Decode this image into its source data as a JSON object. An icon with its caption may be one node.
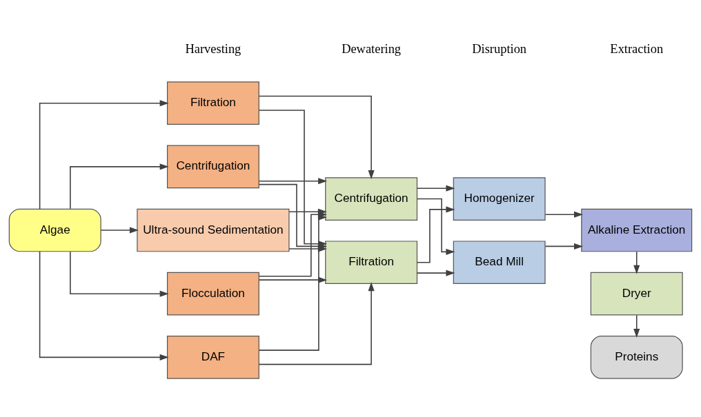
{
  "diagram": {
    "nodes": [
      {
        "text": [
          "Algae"
        ]
      },
      {
        "text": [
          "Centrifugation"
        ]
      },
      {
        "text": [
          "Ultra-sound Sedimentation"
        ]
      },
      {
        "text": [
          "Flocculation"
        ]
      },
      {
        "text": [
          "DAF"
        ]
      },
      {
        "text": [
          "Filtration"
        ]
      },
      {
        "text": [
          "Centrifugation"
        ]
      },
      {
        "text": [
          "Filtration"
        ]
      },
      {
        "text": [
          "Homogenizer"
        ]
      },
      {
        "text": [
          "Bead Mill"
        ]
      },
      {
        "text": [
          "Alkaline Extraction"
        ]
      },
      {
        "text": [
          "Dryer"
        ]
      },
      {
        "text": [
          "Proteins"
        ]
      }
    ],
    "edges": [
      {
        "from": 0,
        "to": 1,
        "arrow": "to"
      },
      {
        "from": 0,
        "to": 2,
        "arrow": "to"
      },
      {
        "from": 0,
        "to": 3,
        "arrow": "to"
      },
      {
        "from": 0,
        "to": 4,
        "arrow": "to"
      },
      {
        "from": 0,
        "to": 5,
        "arrow": "to"
      },
      {
        "from": 1,
        "to": 6,
        "arrow": "to"
      },
      {
        "from": 1,
        "to": 7,
        "arrow": "to"
      },
      {
        "from": 2,
        "to": 6,
        "arrow": "to"
      },
      {
        "from": 2,
        "to": 7,
        "arrow": "to"
      },
      {
        "from": 3,
        "to": 6,
        "arrow": "to"
      },
      {
        "from": 3,
        "to": 7,
        "arrow": "to"
      },
      {
        "from": 4,
        "to": 6,
        "arrow": "to"
      },
      {
        "from": 4,
        "to": 7,
        "arrow": "to"
      },
      {
        "from": 5,
        "to": 6,
        "arrow": "to"
      },
      {
        "from": 5,
        "to": 7,
        "arrow": "to"
      },
      {
        "from": 6,
        "to": 8,
        "arrow": "to"
      },
      {
        "from": 6,
        "to": 9,
        "arrow": "to"
      },
      {
        "from": 7,
        "to": 8,
        "arrow": "to"
      },
      {
        "from": 7,
        "to": 9,
        "arrow": "to"
      },
      {
        "from": 8,
        "to": 10,
        "arrow": "to"
      },
      {
        "from": 9,
        "to": 10,
        "arrow": "to"
      },
      {
        "from": 10,
        "to": 11,
        "arrow": "to"
      },
      {
        "from": 11,
        "to": 12,
        "arrow": "to"
      }
    ],
    "labels": [
      "Harvesting",
      "Dewatering",
      "Disruption",
      "Extraction"
    ]
  }
}
